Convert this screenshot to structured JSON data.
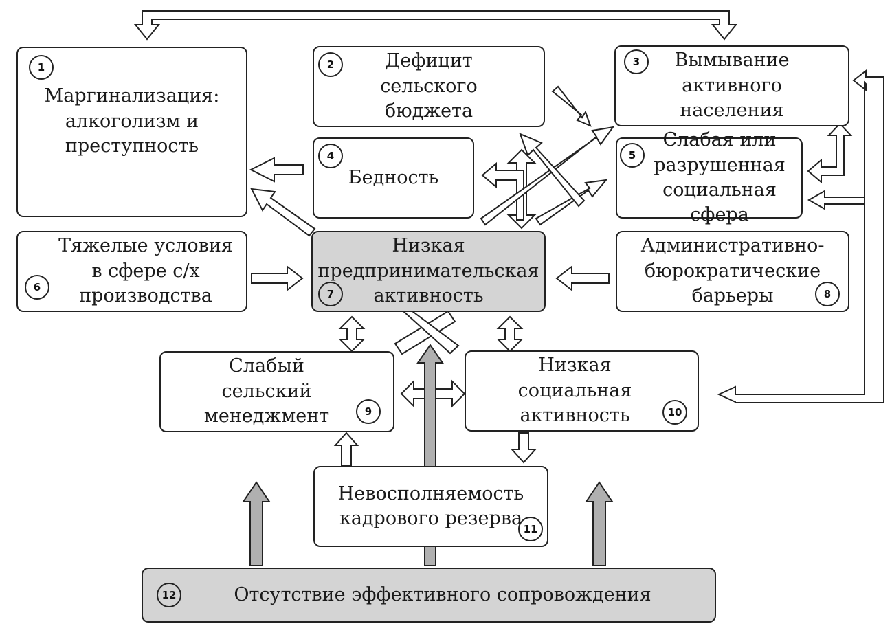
{
  "boxes": [
    {
      "id": "1",
      "text": "Маргинализация:\nалкоголизм и\nпреступность"
    },
    {
      "id": "2",
      "text": "Дефицит\nсельского\nбюджета"
    },
    {
      "id": "3",
      "text": "Вымывание\nактивного\nнаселения"
    },
    {
      "id": "4",
      "text": "Бедность"
    },
    {
      "id": "5",
      "text": "Слабая или\nразрушенная\nсоциальная сфера"
    },
    {
      "id": "6",
      "text": "Тяжелые условия\nв сфере с/х\nпроизводства"
    },
    {
      "id": "7",
      "text": "Низкая\nпредпринимательская\nактивность"
    },
    {
      "id": "8",
      "text": "Административно-\nбюрократические\nбарьеры"
    },
    {
      "id": "9",
      "text": "Слабый\nсельский\nменеджмент"
    },
    {
      "id": "10",
      "text": "Низкая\nсоциальная\nактивность"
    },
    {
      "id": "11",
      "text": "Невосполняемость\nкадрового резерва"
    },
    {
      "id": "12",
      "text": "Отсутствие эффективного сопровождения"
    }
  ],
  "colors": {
    "line": "#222222",
    "gray_fill": "#d4d4d4",
    "white_fill": "#ffffff",
    "arrow_gray": "#b0b0b0"
  }
}
